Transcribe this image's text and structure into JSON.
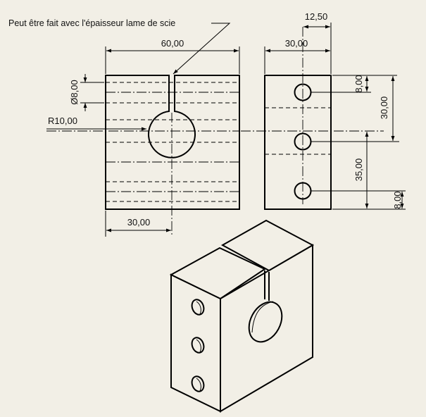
{
  "note": {
    "text": "Peut être fait avec l'épaisseur lame de scie"
  },
  "dimensions": {
    "front_width": "60,00",
    "hole_diameter": "Ø8,00",
    "radius": "R10,00",
    "half_width": "30,00",
    "side_offset": "12,50",
    "side_width": "30,00",
    "side_hole_spacing_top": "8,00",
    "side_height_upper": "30,00",
    "side_height_lower": "35,00",
    "side_hole_spacing_bottom": "8,00"
  },
  "colors": {
    "background": "#f2efe6",
    "lines": "#000000"
  }
}
